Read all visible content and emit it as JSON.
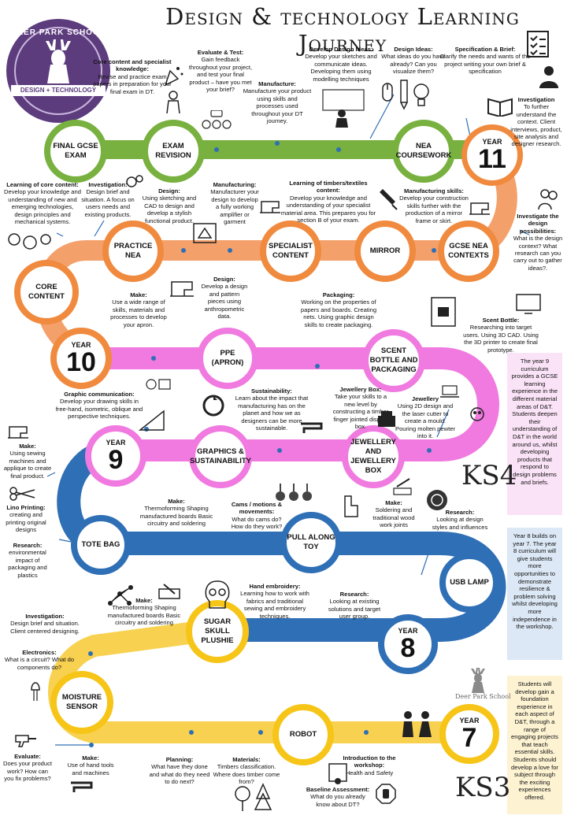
{
  "title": "Design & technology Learning Journey",
  "logo": {
    "top_text": "DEER PARK SCHOOL",
    "band_text": "DESIGN + TECHNOLOGY"
  },
  "deer_park_small": "Deer Park School",
  "ks4": "KS4",
  "ks3": "KS3",
  "colors": {
    "green": "#78b13f",
    "orange": "#f08a3e",
    "pink": "#f07ae0",
    "blue": "#2f6fb5",
    "yellow": "#f6c518",
    "purple": "#5c3c7d"
  },
  "milestones": {
    "final_gcse": "FINAL GCSE EXAM",
    "exam_revision": "EXAM REVISION",
    "nea_coursework": "NEA COURSEWORK",
    "practice_nea": "PRACTICE NEA",
    "specialist_content": "SPECIALIST CONTENT",
    "mirror": "MIRROR",
    "gcse_nea_contexts": "GCSE NEA CONTEXTS",
    "core_content": "CORE CONTENT",
    "ppe_apron": "PPE (APRON)",
    "scent_bottle": "SCENT BOTTLE AND PACKAGING",
    "graphics": "GRAPHICS & SUSTAINABILITY",
    "jewellery_box": "JEWELLERY AND JEWELLERY BOX",
    "tote_bag": "TOTE BAG",
    "pull_along_toy": "PULL ALONG TOY",
    "usb_lamp": "USB LAMP",
    "sugar_skull": "SUGAR SKULL PLUSHIE",
    "moisture_sensor": "MOISTURE SENSOR",
    "robot": "ROBOT"
  },
  "years": {
    "y11": {
      "label": "YEAR",
      "num": "11"
    },
    "y10": {
      "label": "YEAR",
      "num": "10"
    },
    "y9": {
      "label": "YEAR",
      "num": "9"
    },
    "y8": {
      "label": "YEAR",
      "num": "8"
    },
    "y7": {
      "label": "YEAR",
      "num": "7"
    }
  },
  "annotations": {
    "core_specialist": {
      "h": "Core content and specialist knowledge:",
      "t": "Revise and practice exam papers in preparation for your final exam in DT."
    },
    "evaluate_test": {
      "h": "Evaluate & Test:",
      "t": "Gain feedback throughout your project, and test your final product – have you met your brief?"
    },
    "manufacture_y11": {
      "h": "Manufacture:",
      "t": "Manufacture your product using skills and processes used throughout your DT journey."
    },
    "develop_design": {
      "h": "Develop Design Ideas:",
      "t": "Develop your sketches and communicate ideas. Developing them using modelling techniques"
    },
    "design_ideas": {
      "h": "Design Ideas:",
      "t": "What ideas do you have already? Can you visualize them?"
    },
    "spec_brief": {
      "h": "Specification & Brief:",
      "t": "Clarify the needs and wants of the project writing your own brief & specification"
    },
    "investigation_y11": {
      "h": "Investigation",
      "t": "To further understand the context. Client interviews, product, site analysis and designer research."
    },
    "learning_core": {
      "h": "Learning of core content:",
      "t": "Develop your knowledge and understanding of new and emerging technologies, design principles and mechanical systems."
    },
    "investigation_practice": {
      "h": "Investigation:",
      "t": "Design brief and situation. A focus on users needs and existing products."
    },
    "design_practice": {
      "h": "Design:",
      "t": "Using sketching and CAD to design and develop a stylish functional product."
    },
    "manufacturing_amp": {
      "h": "Manufacturing:",
      "t": "Manufacturer your design to develop a fully working amplifier or garment"
    },
    "learning_timbers": {
      "h": "Learning of timbers/textiles content:",
      "t": "Develop your knowledge and understanding of your specialist material area. This prepares you for section B of your exam."
    },
    "manufacturing_skills": {
      "h": "Manufacturing skills:",
      "t": "Develop your construction skills further with the production of a mirror frame or skirt."
    },
    "investigate_possibilities": {
      "h": "Investigate the design possibilities:",
      "t": "What is the design context? What research can you carry out to gather ideas?."
    },
    "make_apron": {
      "h": "Make:",
      "t": "Use a wide range of skills, materials and processes to develop your apron."
    },
    "design_ppe": {
      "h": "Design:",
      "t": "Develop a design and pattern pieces using anthropometric data."
    },
    "packaging": {
      "h": "Packaging:",
      "t": "Working on the properties of papers and boards. Creating nets. Using graphic design skills to create packaging."
    },
    "scent_bottle_ann": {
      "h": "Scent Bottle:",
      "t": "Researching into target users. Using 3D CAD. Using the 3D printer to create final prototype."
    },
    "graphic_comm": {
      "h": "Graphic communication:",
      "t": "Develop your drawing skills in free-hand, isometric, oblique and perspective techniques."
    },
    "sustainability": {
      "h": "Sustainability:",
      "t": "Learn about the impact that manufacturing has on the planet and how we as designers can be more sustainable."
    },
    "jewellery_box_ann": {
      "h": "Jewellery Box:",
      "t": "Take your skills to a new level by constructing a timber finger jointed display box."
    },
    "jewellery_ann": {
      "h": "Jewellery",
      "t": "Using 2D design and the laser cutter to create a mould. Pouring molten pewter into it."
    },
    "make_sewing": {
      "h": "Make:",
      "t": "Using sewing machines and applique to create final product."
    },
    "lino": {
      "h": "Lino Printing:",
      "t": "creating and printing original designs"
    },
    "research_env": {
      "h": "Research:",
      "t": "environmental impact of packaging and plastics"
    },
    "make_thermo_y8": {
      "h": "Make:",
      "t": "Thermoforming Shaping manufactured boards Basic circuitry and soldering"
    },
    "cams": {
      "h": "Cams / motions & movements:",
      "t": "What do cams do? How do they work?"
    },
    "make_solder": {
      "h": "Make:",
      "t": "Soldering and traditional wood work joints"
    },
    "research_styles": {
      "h": "Research:",
      "t": "Looking at design styles and influences"
    },
    "make_thermo_y7": {
      "h": "Make:",
      "t": "Thermoforming Shaping manufactured boards Basic circuitry and soldering"
    },
    "hand_embroidery": {
      "h": "Hand embroidery:",
      "t": "Learning how to work with fabrics and traditional sewing and embroidery techniques."
    },
    "research_solutions": {
      "h": "Research:",
      "t": "Looking at existing solutions and target user group."
    },
    "investigation_y7": {
      "h": "Investigation:",
      "t": "Design brief and situation. Client centered designing."
    },
    "electronics": {
      "h": "Electronics:",
      "t": "What is a circuit? What do components do?"
    },
    "evaluate_y7": {
      "h": "Evaluate:",
      "t": "Does your product work? How can you fix problems?"
    },
    "make_tools": {
      "h": "Make:",
      "t": "Use of hand tools and machines"
    },
    "planning": {
      "h": "Planning:",
      "t": "What have they done and what do they need to do next?"
    },
    "materials": {
      "h": "Materials:",
      "t": "Timbers classification. Where does timber come from?"
    },
    "intro_workshop": {
      "h": "Introduction to the workshop:",
      "t": "Health and Safety"
    },
    "baseline": {
      "h": "Baseline Assessment:",
      "t": "What do you already know about DT?"
    }
  },
  "side_boxes": {
    "y9": {
      "text": "The year 9 curriculum provides a GCSE learning experience in the different material areas of D&T. Students deepen their understanding of D&T in the world around us, whilst developing products that respond to design problems and briefs.",
      "color": "#fbe3f7"
    },
    "y8": {
      "text": "Year 8 builds on year 7. The year 8 curriculum will give students more opportunities to demonstrate resilience & problem solving whilst developing more independence in the workshop.",
      "color": "#dce8f5"
    },
    "y7": {
      "text": "Students will develop gain a foundation experience in each aspect of D&T, through a range of engaging projects that teach essential skills. Students should develop a love for subject through the exciting experiences offered.",
      "color": "#fdf3d3"
    }
  }
}
